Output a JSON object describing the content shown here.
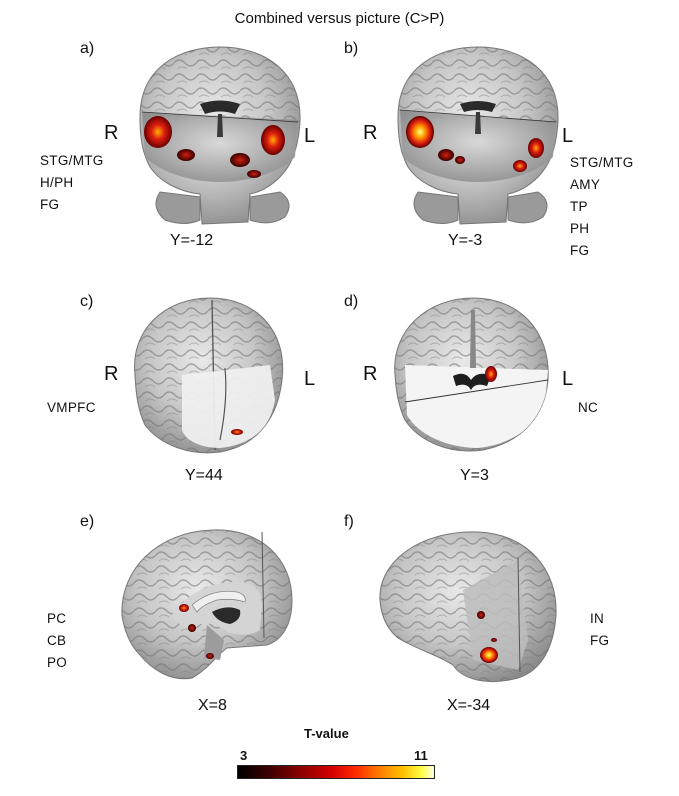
{
  "title": "Combined versus picture (C>P)",
  "panels": [
    {
      "label": "a)",
      "right": "R",
      "left": "L",
      "coord": "Y=-12",
      "regions": [
        "STG/MTG",
        "H/PH",
        "FG"
      ]
    },
    {
      "label": "b)",
      "right": "R",
      "left": "L",
      "coord": "Y=-3",
      "regions": [
        "STG/MTG",
        "AMY",
        "TP",
        "PH",
        "FG"
      ]
    },
    {
      "label": "c)",
      "right": "R",
      "left": "L",
      "coord": "Y=44",
      "regions": [
        "VMPFC"
      ]
    },
    {
      "label": "d)",
      "right": "R",
      "left": "L",
      "coord": "Y=3",
      "regions": [
        "NC"
      ]
    },
    {
      "label": "e)",
      "coord": "X=8",
      "regions": [
        "PC",
        "CB",
        "PO"
      ]
    },
    {
      "label": "f)",
      "coord": "X=-34",
      "regions": [
        "IN",
        "FG"
      ]
    }
  ],
  "colorbar": {
    "title": "T-value",
    "min": "3",
    "max": "11"
  },
  "colors": {
    "activation_dark": "#8b0000",
    "activation_red": "#e01010",
    "activation_orange": "#ff8c00",
    "activation_yellow": "#ffee40"
  }
}
